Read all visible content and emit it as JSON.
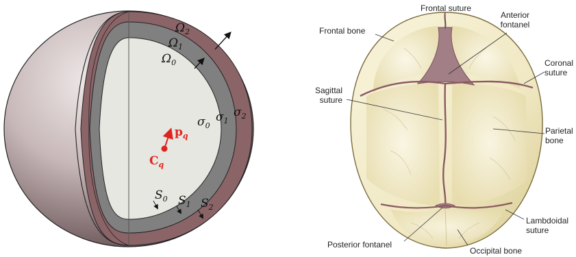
{
  "left_diagram": {
    "layers": [
      {
        "domain": "Ω",
        "domain_sub": "2",
        "boundary": "σ",
        "boundary_sub": "2",
        "thickness": "S",
        "thickness_sub": "2"
      },
      {
        "domain": "Ω",
        "domain_sub": "1",
        "boundary": "σ",
        "boundary_sub": "1",
        "thickness": "S",
        "thickness_sub": "1"
      },
      {
        "domain": "Ω",
        "domain_sub": "0",
        "boundary": "σ",
        "boundary_sub": "0",
        "thickness": "S",
        "thickness_sub": "0"
      }
    ],
    "source_point": {
      "symbol": "C",
      "sub": "q"
    },
    "moment": {
      "symbol": "p",
      "sub": "q"
    },
    "colors": {
      "outer_layer": "#8b6468",
      "middle_layer": "#808080",
      "inner_core": "#e7e7e1",
      "sphere_light": "#e9e3e3",
      "sphere_dark": "#5a4446",
      "dipole": "#e0231f"
    }
  },
  "right_diagram": {
    "labels": {
      "frontal_suture": "Frontal suture",
      "anterior_fontanel_1": "Anterior",
      "anterior_fontanel_2": "fontanel",
      "frontal_bone": "Frontal bone",
      "coronal_suture_1": "Coronal",
      "coronal_suture_2": "suture",
      "sagittal_suture_1": "Sagittal",
      "sagittal_suture_2": "suture",
      "parietal_bone_1": "Parietal",
      "parietal_bone_2": "bone",
      "lambdoidal_suture_1": "Lambdoidal",
      "lambdoidal_suture_2": "suture",
      "posterior_fontanel": "Posterior fontanel",
      "occipital_bone": "Occipital bone"
    },
    "colors": {
      "bone": "#f1e9c4",
      "bone_shadow": "#d9cc94",
      "suture": "#8a5a62",
      "fontanel": "#a27e86"
    }
  }
}
